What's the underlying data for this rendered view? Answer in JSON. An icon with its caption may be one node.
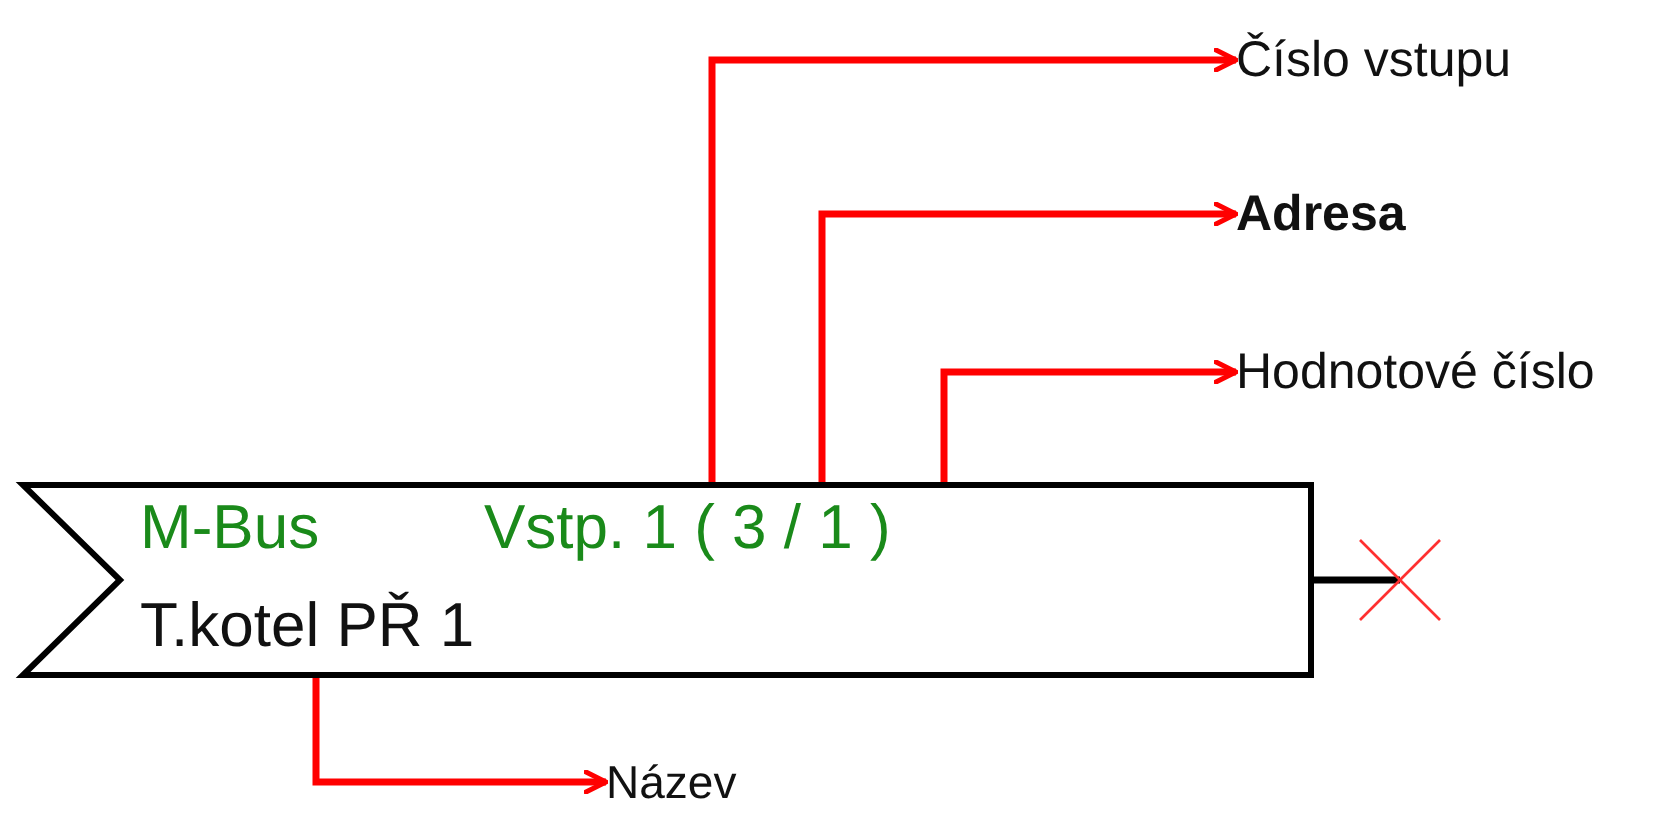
{
  "diagram": {
    "nodes": [
      {
        "text": [
          "M-Bus",
          "Vstp. 1 ( 3 / 1 )",
          "T.kotel PŘ 1"
        ]
      },
      {
        "text": [
          "Číslo vstupu"
        ]
      },
      {
        "text": [
          "Adresa"
        ]
      },
      {
        "text": [
          "Hodnotové číslo"
        ]
      },
      {
        "text": [
          "Název"
        ]
      },
      {
        "text": [],
        "shape": "cross"
      }
    ],
    "edges": [
      {
        "from": 0,
        "to": 1,
        "arrow": "to"
      },
      {
        "from": 0,
        "to": 2,
        "arrow": "to"
      },
      {
        "from": 0,
        "to": 3,
        "arrow": "to"
      },
      {
        "from": 0,
        "to": 4,
        "arrow": "to"
      },
      {
        "from": 0,
        "to": 5,
        "arrow": "none",
        "color": "#000000"
      }
    ]
  }
}
